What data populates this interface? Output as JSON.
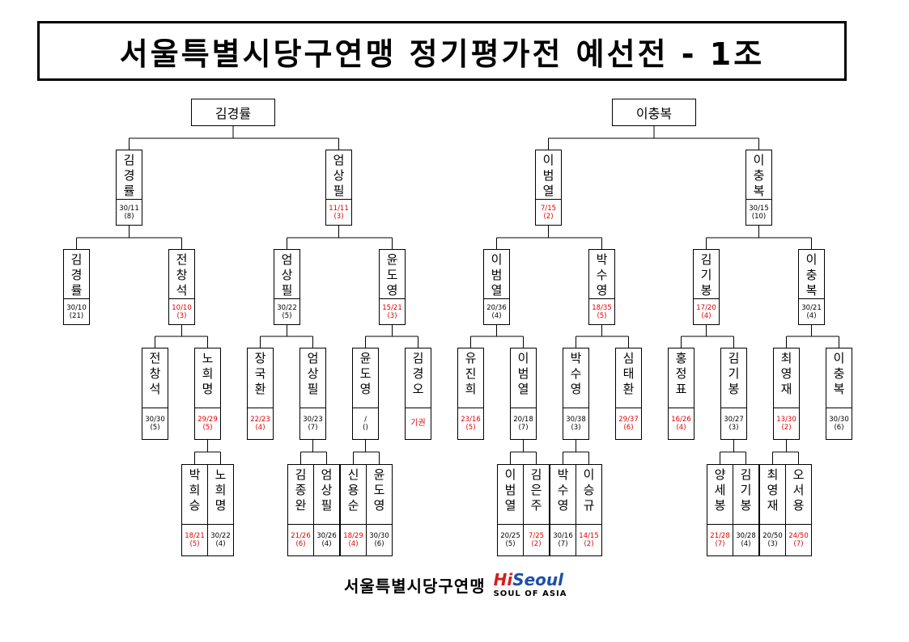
{
  "title": "서울특별시당구연맹 정기평가전 예선전 - 1조",
  "roots": [
    "김경률",
    "이충복"
  ],
  "matches": [
    {
      "name": "김경률",
      "score": "30/11",
      "inning": "(8)",
      "red": false
    },
    {
      "name": "엄상필",
      "score": "11/11",
      "inning": "(3)",
      "red": true
    },
    {
      "name": "이범열",
      "score": "7/15",
      "inning": "(2)",
      "red": true
    },
    {
      "name": "이충복",
      "score": "30/15",
      "inning": "(10)",
      "red": false
    },
    {
      "name": "김경률",
      "score": "30/10",
      "inning": "(21)",
      "red": false
    },
    {
      "name": "전창석",
      "score": "10/10",
      "inning": "(3)",
      "red": true
    },
    {
      "name": "엄상필",
      "score": "30/22",
      "inning": "(5)",
      "red": false
    },
    {
      "name": "윤도영",
      "score": "15/21",
      "inning": "(3)",
      "red": true
    },
    {
      "name": "이범열",
      "score": "20/36",
      "inning": "(4)",
      "red": false
    },
    {
      "name": "박수영",
      "score": "18/35",
      "inning": "(5)",
      "red": true
    },
    {
      "name": "김기봉",
      "score": "17/20",
      "inning": "(4)",
      "red": true
    },
    {
      "name": "이충복",
      "score": "30/21",
      "inning": "(4)",
      "red": false
    },
    {
      "name": "전창석",
      "score": "30/30",
      "inning": "(5)",
      "red": false
    },
    {
      "name": "노희명",
      "score": "29/29",
      "inning": "(5)",
      "red": true
    },
    {
      "name": "장국환",
      "score": "22/23",
      "inning": "(4)",
      "red": true
    },
    {
      "name": "엄상필",
      "score": "30/23",
      "inning": "(7)",
      "red": false
    },
    {
      "name": "윤도영",
      "score": "/",
      "inning": "()",
      "red": false
    },
    {
      "name": "김경오",
      "score": "기권",
      "inning": "",
      "red": true
    },
    {
      "name": "유진희",
      "score": "23/16",
      "inning": "(5)",
      "red": true
    },
    {
      "name": "이범열",
      "score": "20/18",
      "inning": "(7)",
      "red": false
    },
    {
      "name": "박수영",
      "score": "30/38",
      "inning": "(3)",
      "red": false
    },
    {
      "name": "심태환",
      "score": "29/37",
      "inning": "(6)",
      "red": true
    },
    {
      "name": "홍정표",
      "score": "16/26",
      "inning": "(4)",
      "red": true
    },
    {
      "name": "김기봉",
      "score": "30/27",
      "inning": "(3)",
      "red": false
    },
    {
      "name": "최영재",
      "score": "13/30",
      "inning": "(2)",
      "red": true
    },
    {
      "name": "이충복",
      "score": "30/30",
      "inning": "(6)",
      "red": false
    },
    {
      "name": "박희승",
      "score": "18/21",
      "inning": "(5)",
      "red": true
    },
    {
      "name": "노희명",
      "score": "30/22",
      "inning": "(4)",
      "red": false
    },
    {
      "name": "김종완",
      "score": "21/26",
      "inning": "(6)",
      "red": true
    },
    {
      "name": "엄상필",
      "score": "30/26",
      "inning": "(4)",
      "red": false
    },
    {
      "name": "신용순",
      "score": "18/29",
      "inning": "(4)",
      "red": true
    },
    {
      "name": "윤도영",
      "score": "30/30",
      "inning": "(6)",
      "red": false
    },
    {
      "name": "이범열",
      "score": "20/25",
      "inning": "(5)",
      "red": false
    },
    {
      "name": "김은주",
      "score": "7/25",
      "inning": "(2)",
      "red": true
    },
    {
      "name": "박수영",
      "score": "30/16",
      "inning": "(7)",
      "red": false
    },
    {
      "name": "이승규",
      "score": "14/15",
      "inning": "(2)",
      "red": true
    },
    {
      "name": "양세봉",
      "score": "21/28",
      "inning": "(7)",
      "red": true
    },
    {
      "name": "김기봉",
      "score": "30/28",
      "inning": "(4)",
      "red": false
    },
    {
      "name": "최영재",
      "score": "20/50",
      "inning": "(3)",
      "red": false
    },
    {
      "name": "오서용",
      "score": "24/50",
      "inning": "(7)",
      "red": true
    }
  ],
  "footer": {
    "org": "서울특별시당구연맹",
    "logo_hi": "Hi",
    "logo_seoul": "Seoul",
    "logo_tagline": "SOUL OF ASIA"
  }
}
